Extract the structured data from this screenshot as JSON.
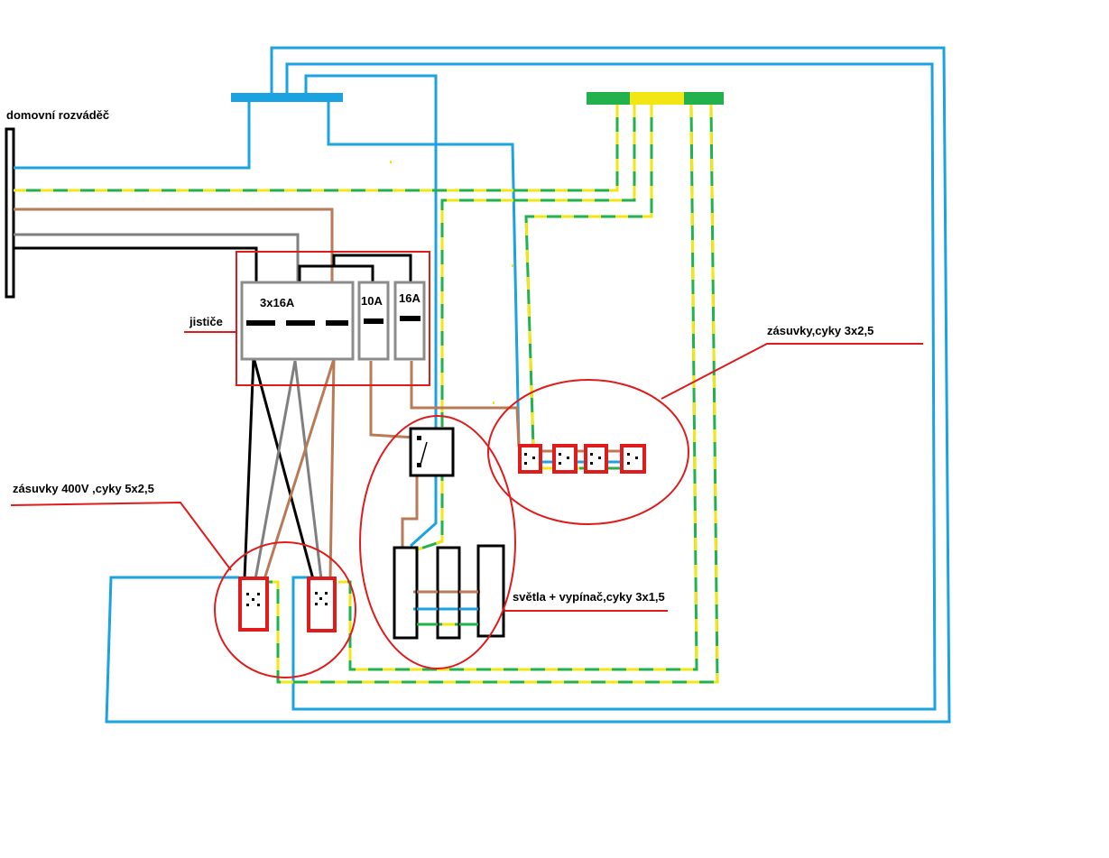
{
  "labels": {
    "panel": "domovní rozváděč",
    "breakers": "jističe",
    "sockets_400v": "zásuvky 400V ,cyky 5x2,5",
    "lights": "světla + vypínač,cyky 3x1,5",
    "sockets": "zásuvky,cyky 3x2,5",
    "breaker_3x16": "3x16A",
    "breaker_10": "10A",
    "breaker_16": "16A"
  },
  "colors": {
    "neutral_blue": "#1aa3e0",
    "earth_green": "#22b14c",
    "earth_yellow": "#f2e614",
    "phase_brown": "#b97a57",
    "phase_grey": "#7f7f7f",
    "phase_black": "#000000",
    "annotation_red": "#e01b1b",
    "breaker_grey": "#8c8c8c"
  }
}
